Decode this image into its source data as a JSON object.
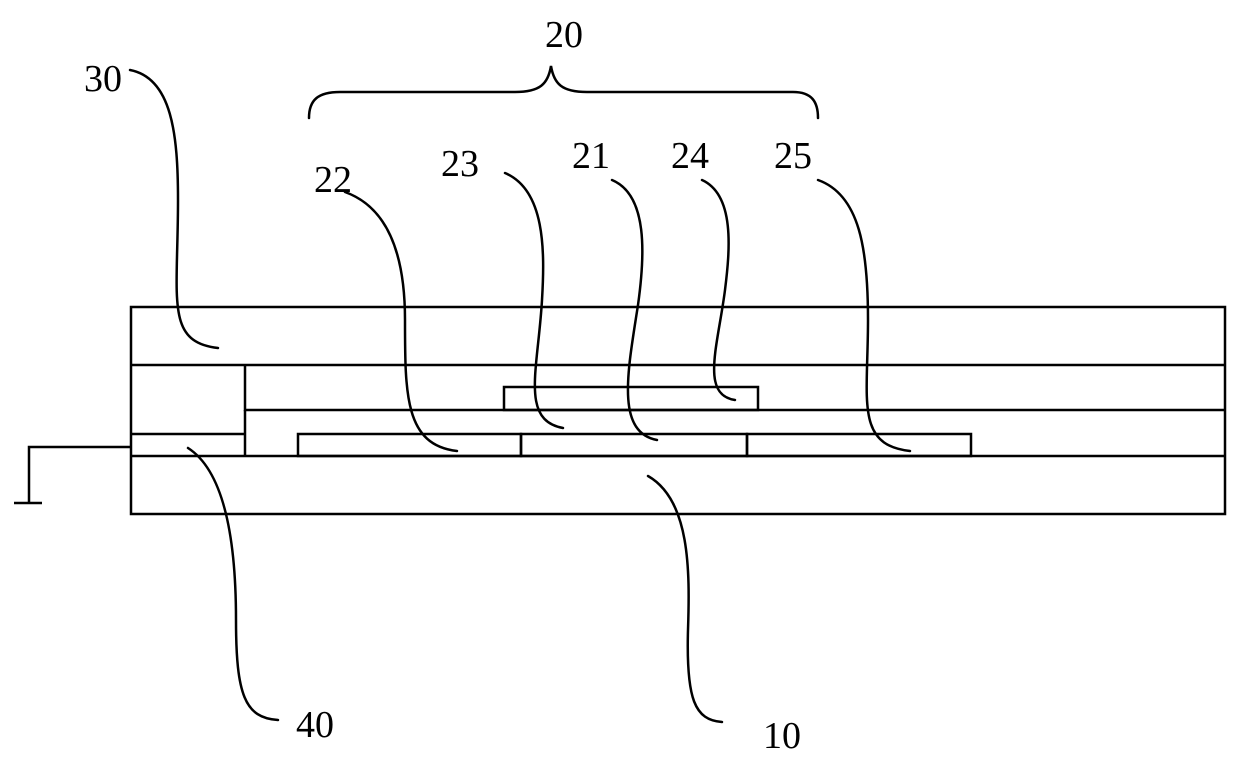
{
  "labels": {
    "assembly": "20",
    "top_layer": "30",
    "ground_layer": "40",
    "substrate": "10",
    "part_21": "21",
    "part_22": "22",
    "part_23": "23",
    "part_24": "24",
    "part_25": "25"
  }
}
